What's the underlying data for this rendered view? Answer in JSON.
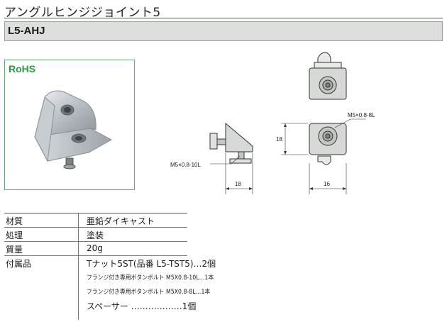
{
  "header": {
    "title": "アングルヒンジジョイント5",
    "model": "L5-AHJ"
  },
  "photo": {
    "badge": "RoHS",
    "badge_color": "#2d9a3e"
  },
  "drawing": {
    "callout_top_right": "M5×0.8-8L",
    "callout_left": "M5×0.8-10L",
    "dim_side_width": "18",
    "dim_front_height": "18",
    "dim_front_width": "16"
  },
  "specs": {
    "material_label": "材質",
    "material_value": "亜鉛ダイキャスト",
    "finish_label": "処理",
    "finish_value": "塗装",
    "mass_label": "質量",
    "mass_value": "20g",
    "accessories_label": "付属品",
    "accessories": [
      "Tナット5ST(品番 L5-TST5)…2個",
      "フランジ付き専用ボタンボルト M5X0.8-10L…1本",
      "フランジ付き専用ボタンボルト M5X0.8-8L…1本",
      "スペーサー ………………1個"
    ]
  }
}
